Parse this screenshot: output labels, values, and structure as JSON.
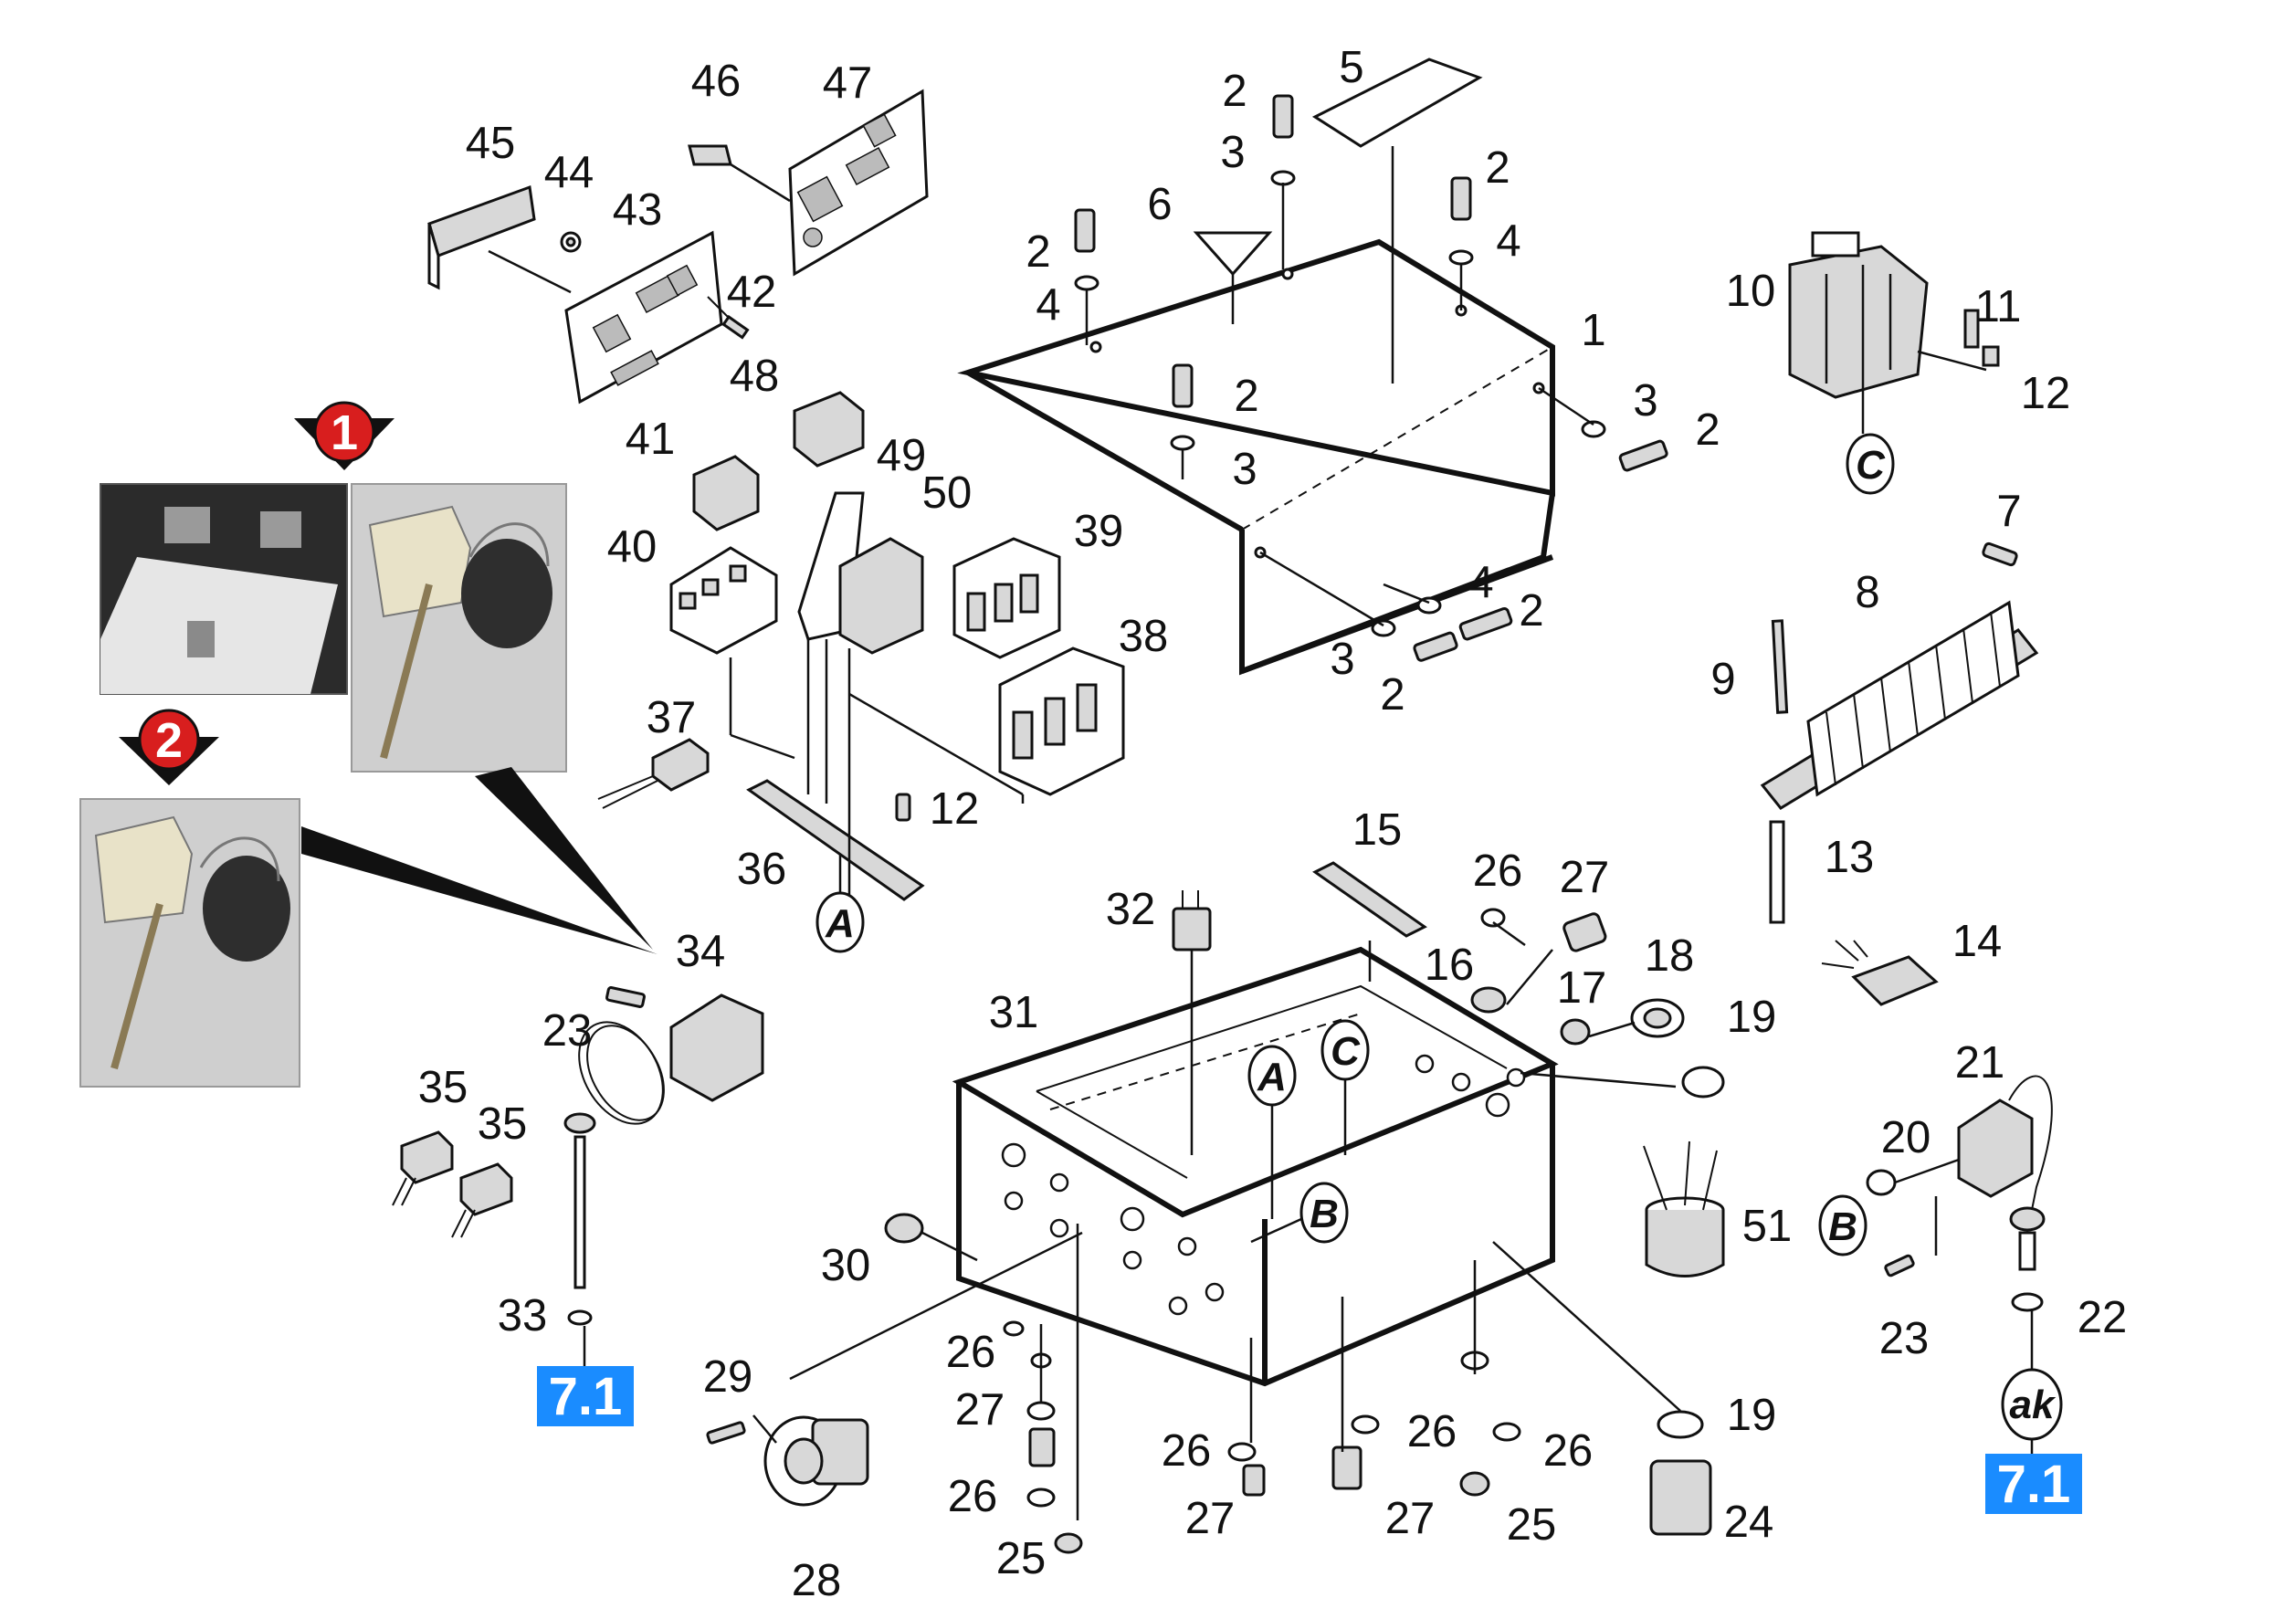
{
  "callouts": [
    "1",
    "2",
    "3",
    "4",
    "5",
    "6",
    "7",
    "8",
    "9",
    "10",
    "11",
    "12",
    "13",
    "14",
    "15",
    "16",
    "17",
    "18",
    "19",
    "20",
    "21",
    "22",
    "23",
    "24",
    "25",
    "26",
    "27",
    "28",
    "29",
    "30",
    "31",
    "32",
    "33",
    "34",
    "35",
    "36",
    "37",
    "38",
    "39",
    "40",
    "41",
    "42",
    "43",
    "44",
    "45",
    "46",
    "47",
    "48",
    "49",
    "50",
    "51"
  ],
  "reference_letters": {
    "a": "A",
    "b": "B",
    "c": "C",
    "ak": "ak"
  },
  "section_refs": {
    "left": "7.1",
    "right": "7.1"
  },
  "photo_markers": {
    "one": "1",
    "two": "2"
  },
  "colors": {
    "badge_blue": "#1a8cff",
    "marker_red": "#d81e1e",
    "marker_black": "#111111",
    "photo_bg": "#cfcfcf",
    "photo_dark": "#2b2b2b"
  }
}
